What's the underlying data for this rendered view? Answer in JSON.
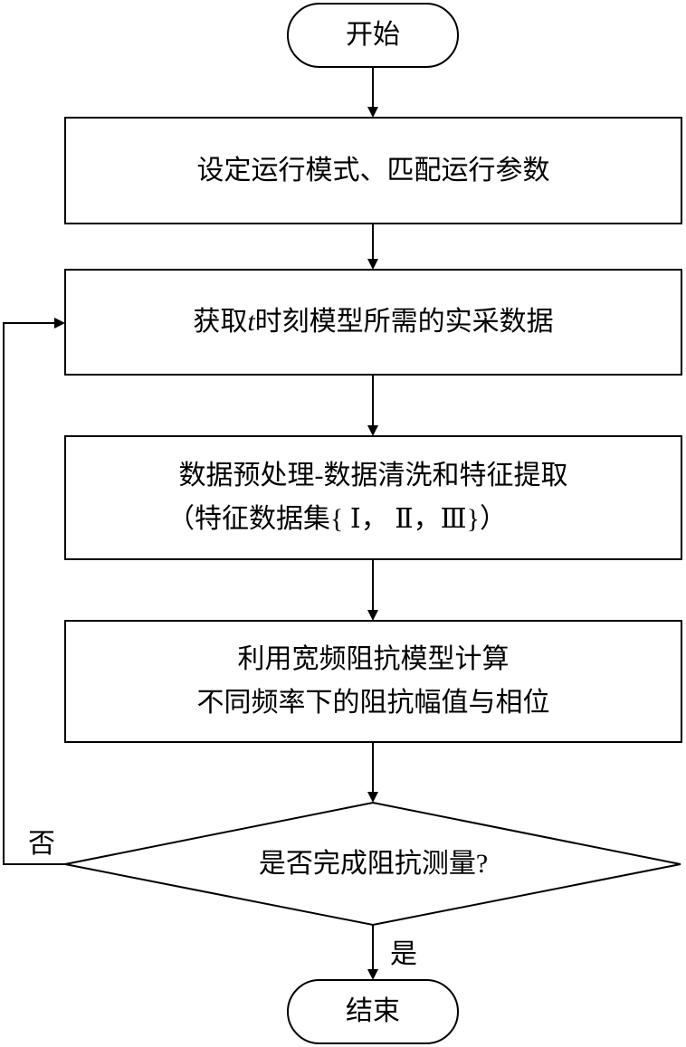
{
  "flowchart": {
    "start": "开始",
    "step1": "设定运行模式、匹配运行参数",
    "step2": {
      "prefix": "获取",
      "var": "t",
      "suffix": "时刻模型所需的实采数据"
    },
    "step3": {
      "line1": "数据预处理-数据清洗和特征提取",
      "line2": "（特征数据集{ Ⅰ， Ⅱ，Ⅲ}）"
    },
    "step4": {
      "line1": "利用宽频阻抗模型计算",
      "line2": "不同频率下的阻抗幅值与相位"
    },
    "decision": "是否完成阻抗测量?",
    "no_label": "否",
    "yes_label": "是",
    "end": "结束"
  },
  "colors": {
    "stroke": "#000000",
    "fill": "#ffffff",
    "text": "#000000"
  }
}
